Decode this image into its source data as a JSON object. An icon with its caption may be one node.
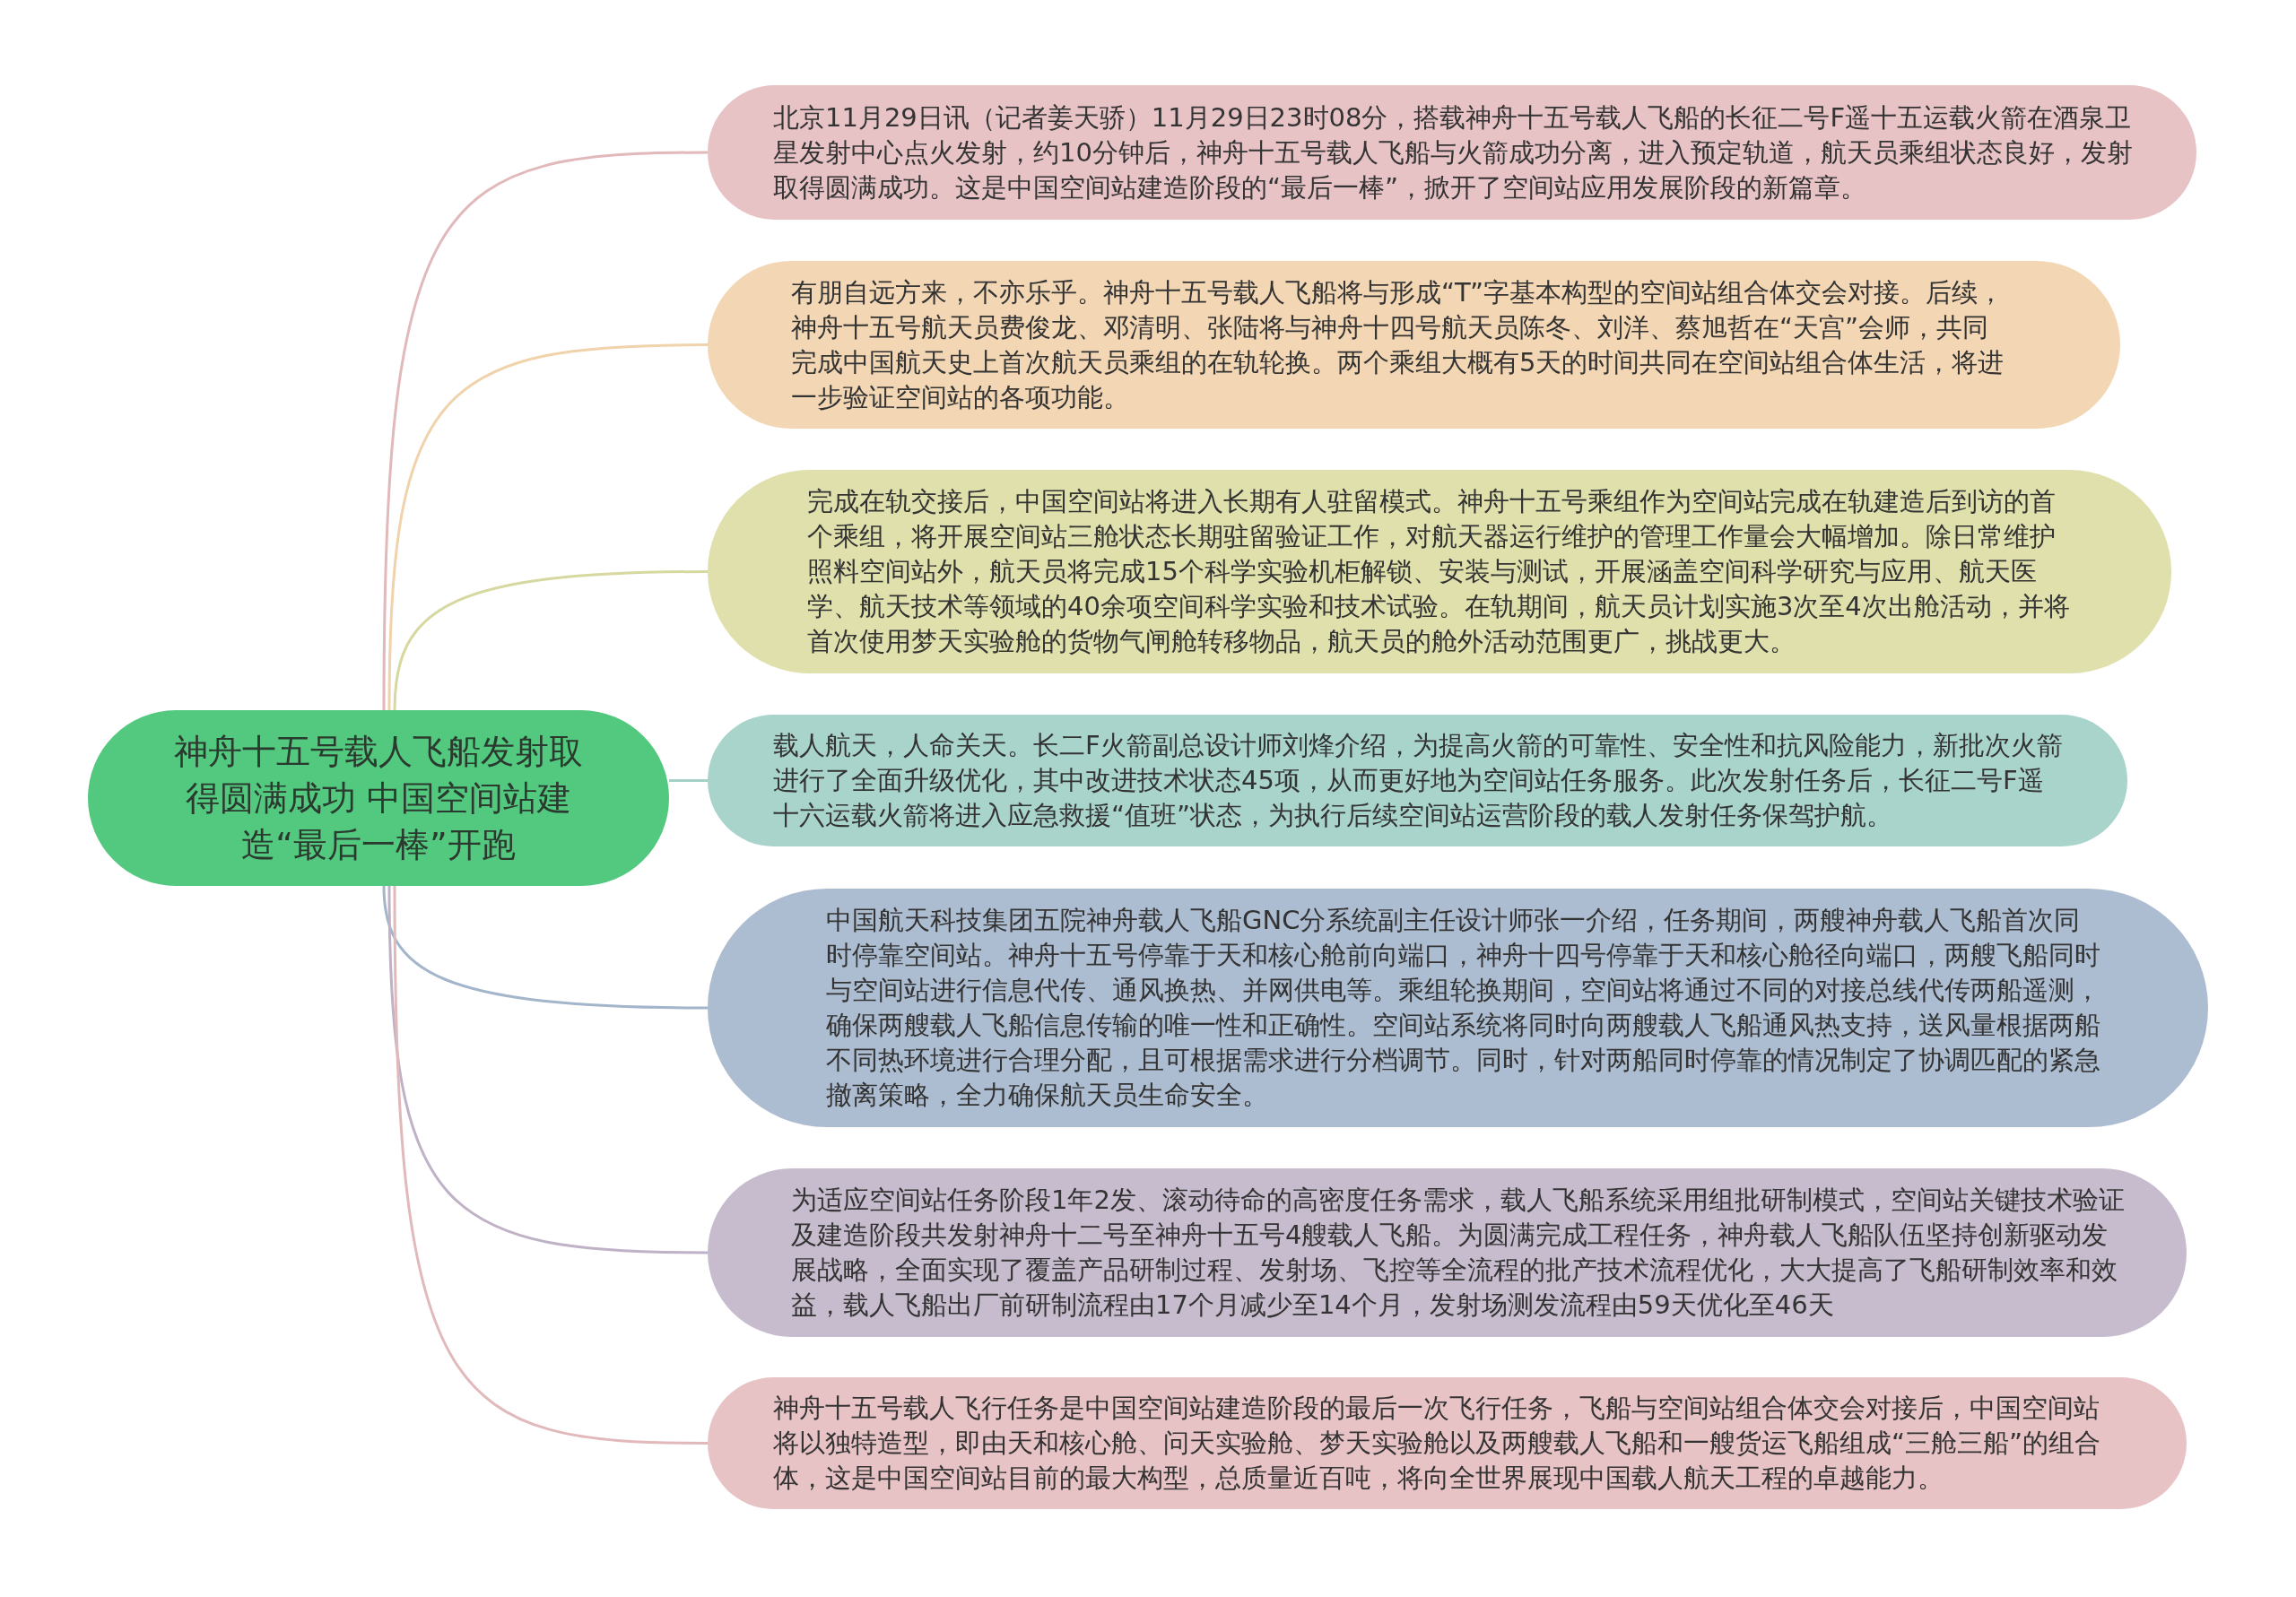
{
  "diagram": {
    "nodes": [
      {
        "text": [
          "神舟十五号载人飞船发射取得圆满成功 中国空间站建造“最后一棒”开跑"
        ]
      },
      {
        "text": [
          "北京11月29日讯（记者姜天骄）11月29日23时08分，搭载神舟十五号载人飞船的长征二号F遥十五运载火箭在酒泉卫星发射中心点火发射，约10分钟后，神舟十五号载人飞船与火箭成功分离，进入预定轨道，航天员乘组状态良好，发射取得圆满成功。这是中国空间站建造阶段的“最后一棒”，掀开了空间站应用发展阶段的新篇章。"
        ]
      },
      {
        "text": [
          "有朋自远方来，不亦乐乎。神舟十五号载人飞船将与形成“T”字基本构型的空间站组合体交会对接。后续，神舟十五号航天员费俊龙、邓清明、张陆将与神舟十四号航天员陈冬、刘洋、蔡旭哲在“天宫”会师，共同完成中国航天史上首次航天员乘组的在轨轮换。两个乘组大概有5天的时间共同在空间站组合体生活，将进一步验证空间站的各项功能。"
        ]
      },
      {
        "text": [
          "完成在轨交接后，中国空间站将进入长期有人驻留模式。神舟十五号乘组作为空间站完成在轨建造后到访的首个乘组，将开展空间站三舱状态长期驻留验证工作，对航天器运行维护的管理工作量会大幅增加。除日常维护照料空间站外，航天员将完成15个科学实验机柜解锁、安装与测试，开展涵盖空间科学研究与应用、航天医学、航天技术等领域的40余项空间科学实验和技术试验。在轨期间，航天员计划实施3次至4次出舱活动，并将首次使用梦天实验舱的货物气闸舱转移物品，航天员的舱外活动范围更广，挑战更大。"
        ]
      },
      {
        "text": [
          "载人航天，人命关天。长二F火箭副总设计师刘烽介绍，为提高火箭的可靠性、安全性和抗风险能力，新批次火箭进行了全面升级优化，其中改进技术状态45项，从而更好地为空间站任务服务。此次发射任务后，长征二号F遥十六运载火箭将进入应急救援“值班”状态，为执行后续空间站运营阶段的载人发射任务保驾护航。"
        ]
      },
      {
        "text": [
          "中国航天科技集团五院神舟载人飞船GNC分系统副主任设计师张一介绍，任务期间，两艘神舟载人飞船首次同时停靠空间站。神舟十五号停靠于天和核心舱前向端口，神舟十四号停靠于天和核心舱径向端口，两艘飞船同时与空间站进行信息代传、通风换热、并网供电等。乘组轮换期间，空间站将通过不同的对接总线代传两船遥测，确保两艘载人飞船信息传输的唯一性和正确性。空间站系统将同时向两艘载人飞船通风热支持，送风量根据两船不同热环境进行合理分配，且可根据需求进行分档调节。同时，针对两船同时停靠的情况制定了协调匹配的紧急撤离策略，全力确保航天员生命安全。"
        ]
      },
      {
        "text": [
          "为适应空间站任务阶段1年2发、滚动待命的高密度任务需求，载人飞船系统采用组批研制模式，空间站关键技术验证及建造阶段共发射神舟十二号至神舟十五号4艘载人飞船。为圆满完成工程任务，神舟载人飞船队伍坚持创新驱动发展战略，全面实现了覆盖产品研制过程、发射场、飞控等全流程的批产技术流程优化，大大提高了飞船研制效率和效益，载人飞船出厂前研制流程由17个月减少至14个月，发射场测发流程由59天优化至46天"
        ]
      },
      {
        "text": [
          "神舟十五号载人飞行任务是中国空间站建造阶段的最后一次飞行任务，飞船与空间站组合体交会对接后，中国空间站将以独特造型，即由天和核心舱、问天实验舱、梦天实验舱以及两艘载人飞船和一艘货运飞船组成“三舱三船”的组合体，这是中国空间站目前的最大构型，总质量近百吨，将向全世界展现中国载人航天工程的卓越能力。"
        ]
      }
    ],
    "edges": [
      {
        "from": 0,
        "to": 1,
        "arrow": "none",
        "color": "#e2b9bb"
      },
      {
        "from": 0,
        "to": 2,
        "arrow": "none",
        "color": "#f0d2ab"
      },
      {
        "from": 0,
        "to": 3,
        "arrow": "none",
        "color": "#d6d8a0"
      },
      {
        "from": 0,
        "to": 4,
        "arrow": "none",
        "color": "#a3d1c7"
      },
      {
        "from": 0,
        "to": 5,
        "arrow": "none",
        "color": "#a3b5cb"
      },
      {
        "from": 0,
        "to": 6,
        "arrow": "none",
        "color": "#bfb2c7"
      },
      {
        "from": 0,
        "to": 7,
        "arrow": "none",
        "color": "#e2b9bb"
      }
    ]
  }
}
